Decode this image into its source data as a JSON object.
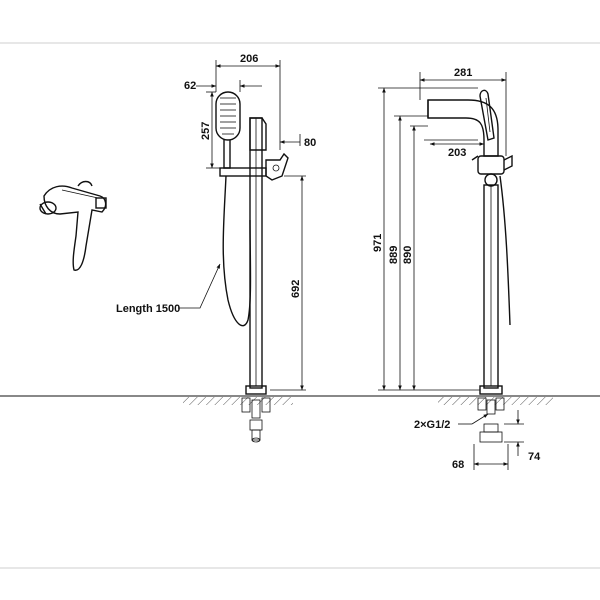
{
  "colors": {
    "line": "#111111",
    "background": "#ffffff",
    "frame": "#cfcfcf",
    "hatch": "#555555"
  },
  "dimensions": {
    "side_width": "206",
    "handshower_width": "62",
    "handshower_height": "257",
    "lever_offset": "80",
    "side_height": "692",
    "hose_length": "Length 1500",
    "front_width": "281",
    "spout_reach": "203",
    "total_height": "971",
    "spout_height": "889",
    "outlet_height": "890",
    "connection": "2×G1/2",
    "connection_spacing": "68",
    "connection_depth": "74"
  }
}
